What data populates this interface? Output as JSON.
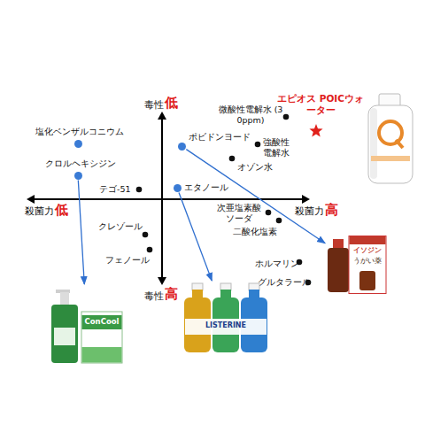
{
  "diagram": {
    "nodes": [
      {
        "text": [
          "塩化ベンザルコニウム"
        ]
      },
      {
        "text": [
          "クロルヘキシジン"
        ]
      },
      {
        "text": [
          "ポビドンヨード"
        ]
      },
      {
        "text": [
          "エタノール"
        ]
      },
      {
        "text": [
          "イソジン",
          "うがい薬"
        ]
      },
      {
        "text": [
          "ConCool"
        ]
      },
      {
        "text": [
          "LISTERINE"
        ]
      }
    ],
    "edges": [
      {
        "from": 1,
        "to": 5,
        "arrow": "to"
      },
      {
        "from": 2,
        "to": 4,
        "arrow": "to"
      },
      {
        "from": 3,
        "to": 6,
        "arrow": "to"
      }
    ],
    "labels": [
      "毒性",
      "低",
      "殺菌力",
      "低",
      "殺菌力",
      "高",
      "毒性",
      "高",
      "微酸性電解水 (30ppm)",
      "強酸性電解水",
      "オゾン水",
      "テゴ-51",
      "次亜塩素酸ソーダ",
      "二酸化塩素",
      "クレゾール",
      "フェノール",
      "ホルマリン",
      "グルタラール",
      "エピオス POICウォーター"
    ]
  }
}
